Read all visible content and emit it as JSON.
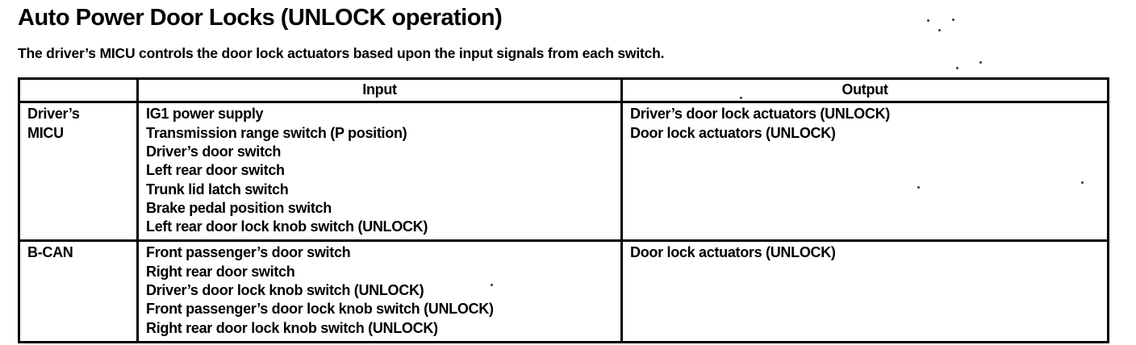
{
  "page": {
    "title": "Auto Power Door Locks (UNLOCK operation)",
    "subtitle": "The driver’s MICU controls the door lock actuators based upon the input signals from each switch."
  },
  "table": {
    "headers": {
      "source": "",
      "input": "Input",
      "output": "Output"
    },
    "rows": [
      {
        "source_lines": [
          "Driver’s",
          "MICU"
        ],
        "inputs": [
          "IG1 power supply",
          "Transmission range switch (P position)",
          "Driver’s door switch",
          "Left rear door switch",
          "Trunk lid latch switch",
          "Brake pedal position switch",
          "Left rear door lock knob switch (UNLOCK)"
        ],
        "outputs": [
          "Driver’s door lock actuators (UNLOCK)",
          "Door lock actuators (UNLOCK)"
        ]
      },
      {
        "source_lines": [
          "B-CAN"
        ],
        "inputs": [
          "Front passenger’s door switch",
          "Right rear door switch",
          "Driver’s door lock knob switch (UNLOCK)",
          "Front passenger’s door lock knob switch (UNLOCK)",
          "Right rear door lock knob switch (UNLOCK)"
        ],
        "outputs": [
          "Door lock actuators (UNLOCK)"
        ]
      }
    ]
  }
}
